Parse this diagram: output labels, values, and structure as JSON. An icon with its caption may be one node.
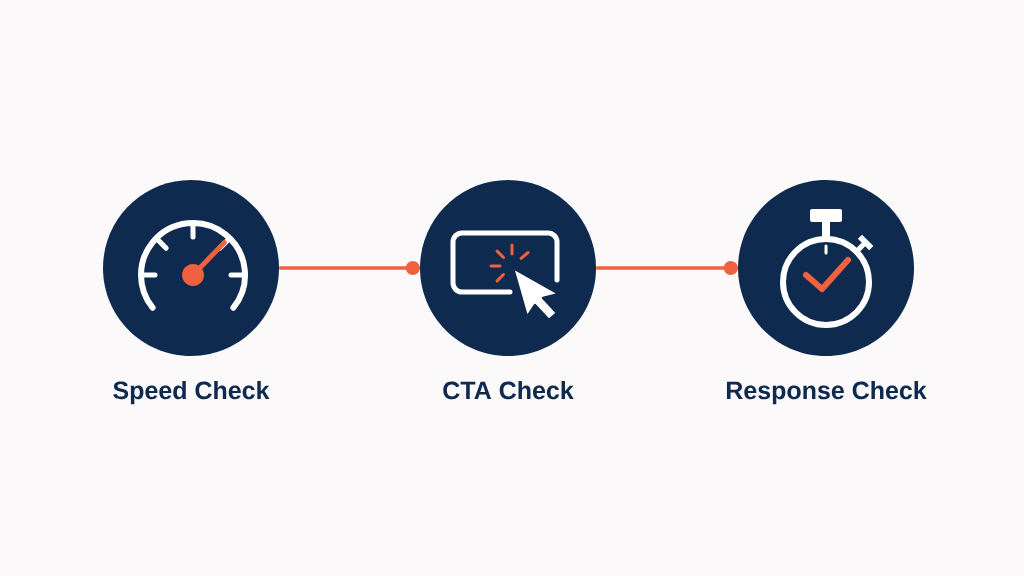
{
  "diagram": {
    "nodes": [
      {
        "text": [
          "Speed Check"
        ]
      },
      {
        "text": [
          "CTA Check"
        ]
      },
      {
        "text": [
          "Response Check"
        ]
      }
    ],
    "edges": [
      {
        "from": 0,
        "to": 1,
        "arrow": "other"
      },
      {
        "from": 1,
        "to": 2,
        "arrow": "other"
      }
    ]
  }
}
